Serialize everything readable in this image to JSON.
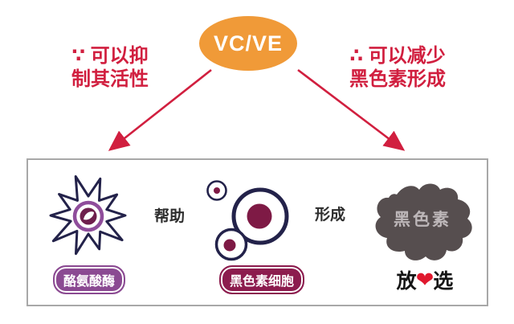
{
  "colors": {
    "bubble_orange": "#F09A38",
    "note_red": "#D11F3F",
    "outline_navy": "#23224A",
    "purple_accent": "#8B4A92",
    "purple_ring": "#8F4D9B",
    "maroon_accent": "#8C1C4E",
    "maroon_fill": "#7E1A45",
    "blob_gray": "#564E4F",
    "blob_text_gray": "#BDB7B9",
    "step_arrow_gray": "#A3A3A3",
    "box_border_gray": "#A8A8A8",
    "heart_red": "#E0182E"
  },
  "bubble": {
    "label": "VC/VE"
  },
  "left_note": {
    "line1": "∵ 可以抑",
    "line2": "制其活性"
  },
  "right_note": {
    "line1": "∴ 可以减少",
    "line2": "黑色素形成"
  },
  "process": {
    "step1": {
      "label": "酪氨酸酶"
    },
    "arrow1_label": "帮助",
    "step2": {
      "label": "黑色素细胞"
    },
    "arrow2_label": "形成",
    "step3": {
      "label": "黑色素"
    }
  },
  "logo": {
    "char_left": "放",
    "heart_icon": "❤",
    "char_right": "选"
  }
}
